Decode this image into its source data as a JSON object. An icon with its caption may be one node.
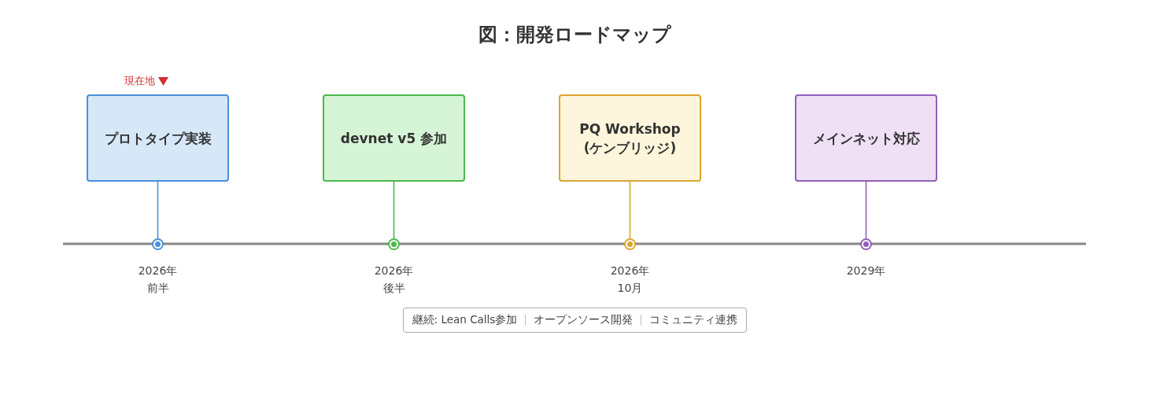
{
  "diagram": {
    "title": "図：開発ロードマップ",
    "nodes": [
      {
        "text": [
          "プロトタイプ実装"
        ]
      },
      {
        "text": [
          "devnet v5 参加"
        ]
      },
      {
        "text": [
          "PQ Workshop (ケンブリッジ)"
        ]
      },
      {
        "text": [
          "メインネット対応"
        ]
      },
      {
        "text": [],
        "shape": "circle",
        "beside": [
          "2026年",
          "前半"
        ]
      },
      {
        "text": [],
        "shape": "circle",
        "beside": [
          "2026年",
          "後半"
        ]
      },
      {
        "text": [],
        "shape": "circle",
        "beside": [
          "2026年",
          "10月"
        ]
      },
      {
        "text": [],
        "shape": "circle",
        "beside": [
          "2029年"
        ]
      },
      {
        "text": [
          "継続: Lean Calls参加",
          "オープンソース開発",
          "コミュニティ連携"
        ]
      }
    ],
    "edges": [
      {
        "from": 0,
        "to": 4,
        "arrow": "none",
        "color": "#4a90d9"
      },
      {
        "from": 1,
        "to": 5,
        "arrow": "none",
        "color": "#4cb84c"
      },
      {
        "from": 2,
        "to": 6,
        "arrow": "none",
        "color": "#dba630"
      },
      {
        "from": 3,
        "to": 7,
        "arrow": "none",
        "color": "#9260b8"
      }
    ],
    "labels": [
      "現在地"
    ]
  }
}
